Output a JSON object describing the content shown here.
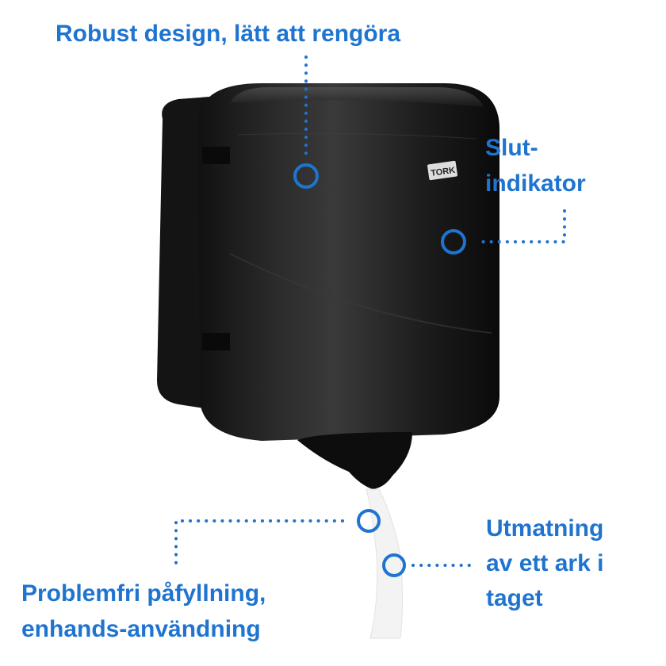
{
  "accent_color": "#1f74d0",
  "product": {
    "brand_logo": "TORK"
  },
  "callouts": {
    "top": {
      "line1": "Robust design, lätt att rengöra"
    },
    "right": {
      "line1": "Slut-",
      "line2": "indikator"
    },
    "bottom_left": {
      "line1": "Problemfri påfyllning,",
      "line2": "enhands-användning"
    },
    "bottom_right": {
      "line1": "Utmatning",
      "line2": "av ett ark i",
      "line3": "taget"
    }
  }
}
